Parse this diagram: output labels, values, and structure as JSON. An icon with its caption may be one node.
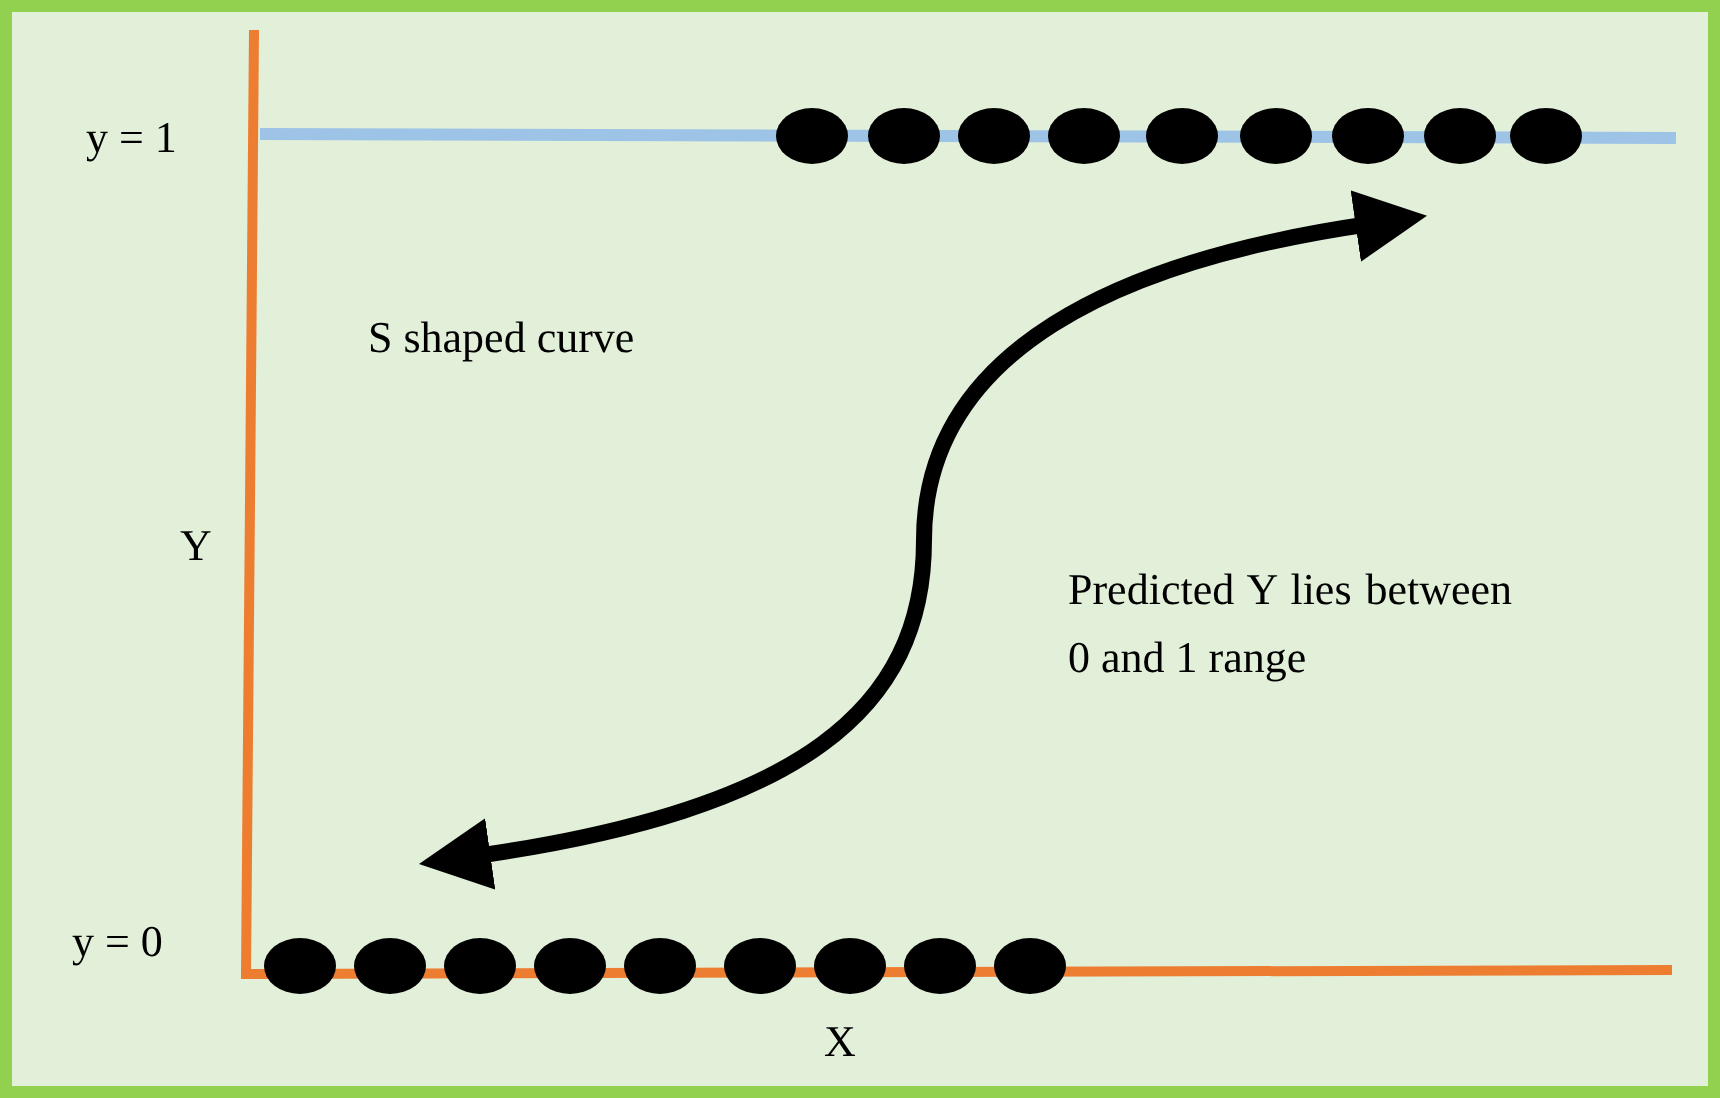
{
  "diagram": {
    "labels": [
      "y = 1",
      "S shaped curve",
      "Y",
      "Predicted Y lies between 0 and 1 range",
      "y = 0",
      "X"
    ]
  }
}
